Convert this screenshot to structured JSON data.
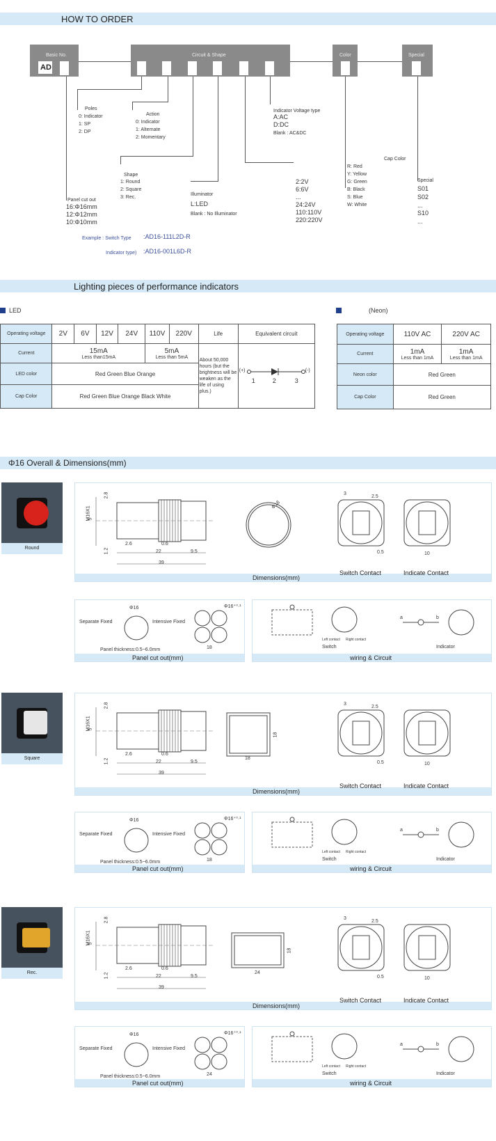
{
  "order": {
    "title": "HOW TO ORDER",
    "basic_no_label": "Basic No.",
    "basic_no_value": "AD",
    "circuit_shape_label": "Circuit  & Shape",
    "color_label": "Color",
    "special_label": "Special",
    "poles": {
      "title": "Poles",
      "items": [
        "0:  Indicator",
        "1:  SP",
        "2:  DP"
      ]
    },
    "action": {
      "title": "Action",
      "items": [
        "0:  Indicator",
        "1:  Alternate",
        "2:  Momentary"
      ]
    },
    "indicator_voltage": {
      "title": "Indicator Voltage type",
      "items": [
        "A:AC",
        "D:DC",
        "Blank : AC&DC"
      ]
    },
    "cap_color": {
      "title": "Cap Color",
      "items": [
        "R:  Red",
        "Y:  Yellow",
        "G:  Green",
        "B:  Black",
        "S:  Blue",
        "W:  White"
      ]
    },
    "shape": {
      "title": "Shape",
      "items": [
        "1:  Round",
        "2:  Square",
        "3:  Rec."
      ]
    },
    "illuminator": {
      "title": "Illuminator",
      "items": [
        "L:LED",
        "Blank :  No Illuminator"
      ]
    },
    "voltages": [
      "2:2V",
      "6:6V",
      "...",
      "24:24V",
      "110:110V",
      "220:220V"
    ],
    "special": {
      "title": "Special",
      "items": [
        "S01",
        "S02",
        "...",
        "S10",
        "..."
      ]
    },
    "panel_cut": {
      "title": "Panel cut out",
      "items": [
        "16:Φ16mm",
        "12:Φ12mm",
        "10:Φ10mm"
      ]
    },
    "example_label": "Example :  Switch Type",
    "example_value": ":AD16-111L2D-R",
    "indicator_type_label": "Indicator type)",
    "indicator_type_value": ":AD16-001L6D-R"
  },
  "lighting": {
    "title": "Lighting pieces of performance indicators",
    "led": {
      "label": "LED",
      "row_voltage": "Operating voltage",
      "voltages": [
        "2V",
        "6V",
        "12V",
        "24V",
        "110V",
        "220V"
      ],
      "life_header": "Life",
      "eq_header": "Equivalent circuit",
      "row_current": "Current",
      "current_a": "15mA",
      "current_a_sub": "Less than15mA",
      "current_b": "5mA",
      "current_b_sub": "Less than 5mA",
      "row_led_color": "LED color",
      "led_colors": "Red  Green Blue   Orange",
      "row_cap_color": "Cap Color",
      "cap_colors": "Red  Green Blue  Orange Black White",
      "life_text": "About 50,000 hours (but the brightness will be weaken as the life of using plus.)",
      "circuit_plus": "(+)",
      "circuit_minus": "(-)",
      "circuit_pins": [
        "1",
        "2",
        "3"
      ]
    },
    "neon": {
      "label": "(Neon)",
      "row_voltage": "Operating voltage",
      "voltages": [
        "110V AC",
        "220V AC"
      ],
      "row_current": "Current",
      "currents": [
        "1mA",
        "1mA"
      ],
      "current_subs": [
        "Less than 1mA",
        "Less than 1mA"
      ],
      "row_neon_color": "Neon color",
      "neon_colors": "Red  Green",
      "row_cap_color": "Cap Color",
      "cap_colors": "Red  Green"
    }
  },
  "dimensions": {
    "title": "Φ16 Overall & Dimensions(mm)",
    "variants": [
      {
        "label": "Round",
        "cap_color": "#d8221c"
      },
      {
        "label": "Square",
        "cap_color": "#e6e6e6"
      },
      {
        "label": "Rec.",
        "cap_color": "#e0a52a"
      }
    ],
    "dims_caption": "Dimensions(mm)",
    "switch_contact": "Switch Contact",
    "indicate_contact": "Indicate Contact",
    "panel_cut_caption": "Panel cut out(mm)",
    "wiring_caption": "wiring & Circuit",
    "separate_fixed": "Separate Fixed",
    "intensive_fixed": "Intensive Fixed",
    "panel_thickness": "Panel thickness:0.5~6.0mm",
    "switch_label": "Switch",
    "indicator_label": "Indicator",
    "left_contact": "Left contact",
    "right_contact": "Right contact",
    "dim_values": {
      "m16": "M16X1",
      "h28": "2.8",
      "h5": "5",
      "h12": "1.2",
      "d26": "2.6",
      "d06": "0.6",
      "d22": "22",
      "d95": "9.5",
      "d39": "39",
      "d18": "18",
      "d24": "24",
      "d3": "3",
      "d25": "2.5",
      "d05": "0.5",
      "d10": "10",
      "phi18": "Φ18",
      "phi16": "Φ16",
      "tol": "+0.1 0",
      "phi16_tol": "Φ16⁺⁰·¹",
      "a": "a",
      "b": "b"
    }
  }
}
